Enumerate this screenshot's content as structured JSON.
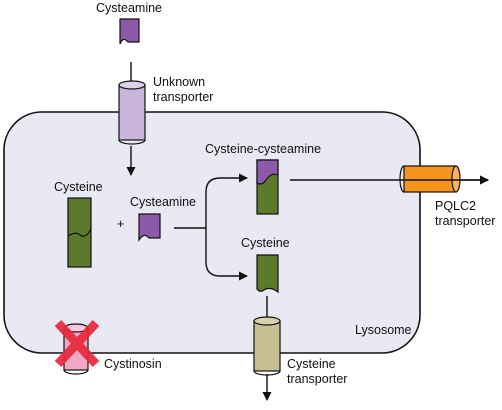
{
  "labels": {
    "cysteamine_top": "Cysteamine",
    "unknown_transporter_line1": "Unknown",
    "unknown_transporter_line2": "transporter",
    "cysteine_left": "Cysteine",
    "plus": "+",
    "cysteamine_mid": "Cysteamine",
    "cysteine_cysteamine": "Cysteine-cysteamine",
    "cysteine_right": "Cysteine",
    "pqlc2_line1": "PQLC2",
    "pqlc2_line2": "transporter",
    "lysosome": "Lysosome",
    "cystinosin": "Cystinosin",
    "cysteine_transporter_line1": "Cysteine",
    "cysteine_transporter_line2": "transporter"
  },
  "colors": {
    "lysosome_fill": "#e9e9f4",
    "cysteamine_purple": "#8c5aa8",
    "cysteine_green": "#5c7a2e",
    "unknown_transporter": "#c9b4dc",
    "pqlc2_transporter": "#f7941d",
    "cysteine_transporter": "#c8bf95",
    "cystinosin_channel": "#f2a9c8",
    "cross_mark": "#e8283c"
  },
  "icons": {
    "blocked": "red-x-cross-icon"
  }
}
